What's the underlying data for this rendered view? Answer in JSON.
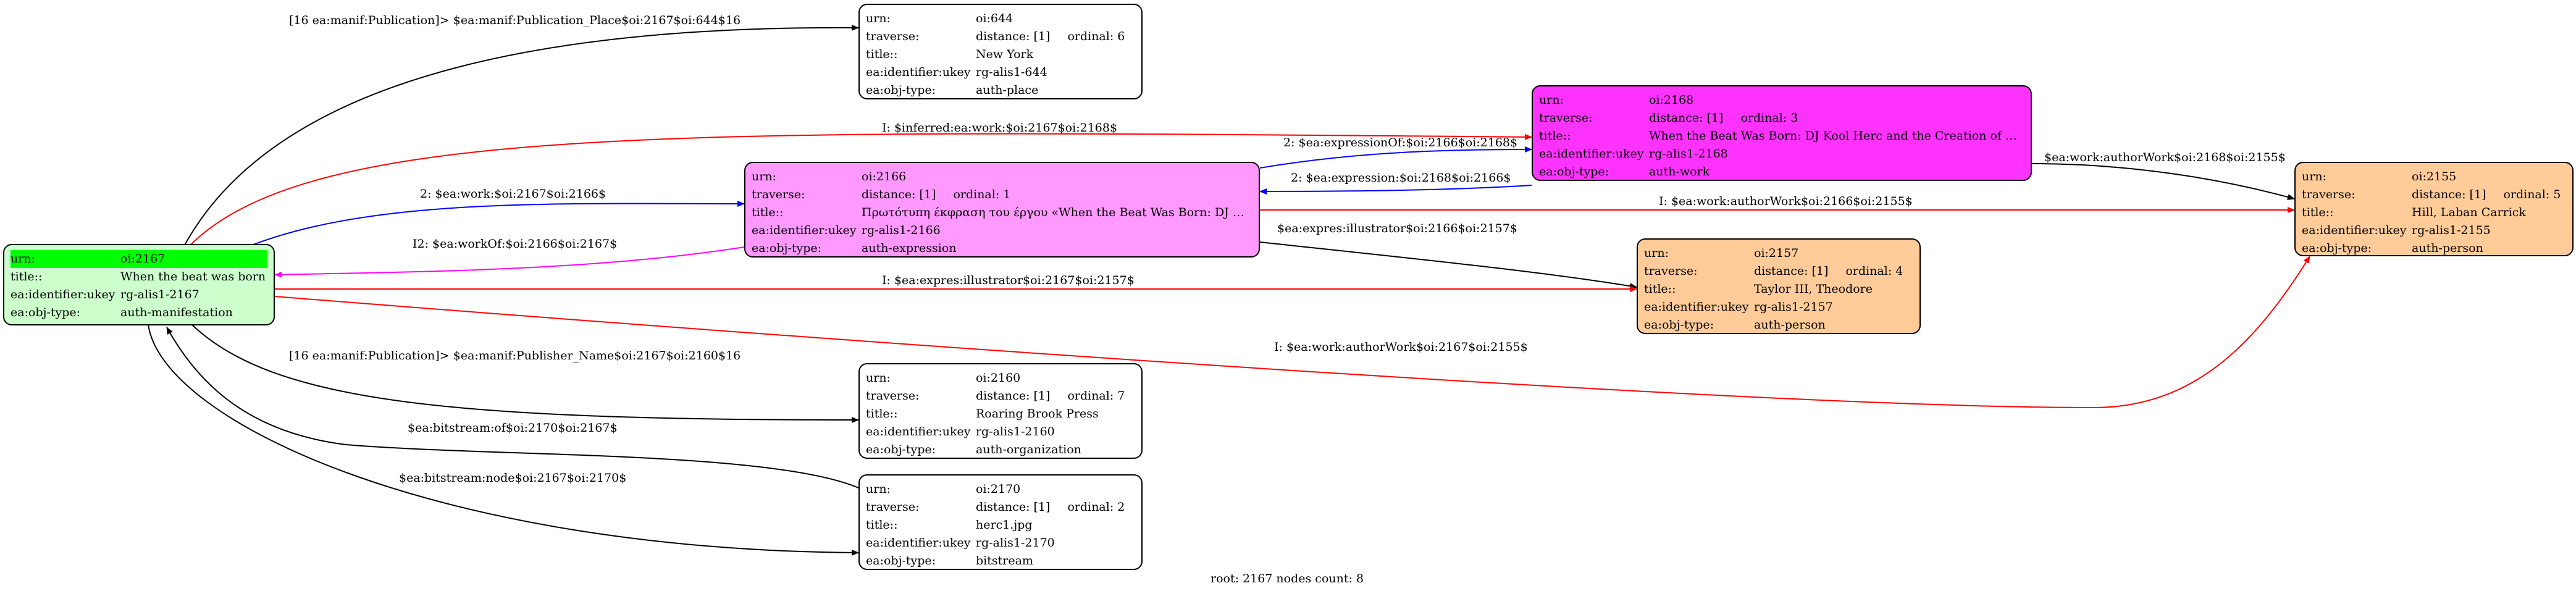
{
  "colors": {
    "n2167": "#ccffcc",
    "n2166": "#ff99ff",
    "n2168": "#ff33ff",
    "person": "#ffcc99",
    "plain": "#ffffff",
    "urn_highlight": "#00ff00",
    "edge_black": "#000000",
    "edge_red": "#ff0000",
    "edge_blue": "#0000ff",
    "edge_magenta": "#ff00ff"
  },
  "keys": {
    "urn": "urn:",
    "traverse": "traverse:",
    "title": "title::",
    "identifier": "ea:identifier:ukey",
    "objtype": "ea:obj-type:"
  },
  "nodes": {
    "n2167": {
      "urn": "oi:2167",
      "title": "When the beat was born",
      "identifier": "rg-alis1-2167",
      "objtype": "auth-manifestation"
    },
    "n2166": {
      "urn": "oi:2166",
      "distance": "distance: [1]",
      "ordinal": "ordinal: 1",
      "title": "Πρωτότυπη έκφραση του έργου «When the Beat Was Born: DJ Ko...",
      "identifier": "rg-alis1-2166",
      "objtype": "auth-expression"
    },
    "n2168": {
      "urn": "oi:2168",
      "distance": "distance: [1]",
      "ordinal": "ordinal: 3",
      "title": "When the Beat Was Born: DJ Kool Herc and the Creation of H...",
      "identifier": "rg-alis1-2168",
      "objtype": "auth-work"
    },
    "n644": {
      "urn": "oi:644",
      "distance": "distance: [1]",
      "ordinal": "ordinal: 6",
      "title": "New York",
      "identifier": "rg-alis1-644",
      "objtype": "auth-place"
    },
    "n2155": {
      "urn": "oi:2155",
      "distance": "distance: [1]",
      "ordinal": "ordinal: 5",
      "title": "Hill, Laban Carrick",
      "identifier": "rg-alis1-2155",
      "objtype": "auth-person"
    },
    "n2157": {
      "urn": "oi:2157",
      "distance": "distance: [1]",
      "ordinal": "ordinal: 4",
      "title": "Taylor III, Theodore",
      "identifier": "rg-alis1-2157",
      "objtype": "auth-person"
    },
    "n2160": {
      "urn": "oi:2160",
      "distance": "distance: [1]",
      "ordinal": "ordinal: 7",
      "title": "Roaring Brook Press",
      "identifier": "rg-alis1-2160",
      "objtype": "auth-organization"
    },
    "n2170": {
      "urn": "oi:2170",
      "distance": "distance: [1]",
      "ordinal": "ordinal: 2",
      "title": "herc1.jpg",
      "identifier": "rg-alis1-2170",
      "objtype": "bitstream"
    }
  },
  "edges": {
    "e_place": "[16 ea:manif:Publication]> $ea:manif:Publication_Place$oi:2167$oi:644$16",
    "e_inferred": "I: $inferred:ea:work:$oi:2167$oi:2168$",
    "e_work": "2: $ea:work:$oi:2167$oi:2166$",
    "e_workof": "I2: $ea:workOf:$oi:2166$oi:2167$",
    "e_exprof": "2: $ea:expressionOf:$oi:2166$oi:2168$",
    "e_expr": "2: $ea:expression:$oi:2168$oi:2166$",
    "e_author2168": "$ea:work:authorWork$oi:2168$oi:2155$",
    "e_author2166": "I: $ea:work:authorWork$oi:2166$oi:2155$",
    "e_illus2166": "$ea:expres:illustrator$oi:2166$oi:2157$",
    "e_illus2167": "I: $ea:expres:illustrator$oi:2167$oi:2157$",
    "e_author2167": "I: $ea:work:authorWork$oi:2167$oi:2155$",
    "e_publisher": "[16 ea:manif:Publication]> $ea:manif:Publisher_Name$oi:2167$oi:2160$16",
    "e_bitof": "$ea:bitstream:of$oi:2170$oi:2167$",
    "e_bitnode": "$ea:bitstream:node$oi:2167$oi:2170$"
  },
  "footer": "root: 2167 nodes count: 8"
}
